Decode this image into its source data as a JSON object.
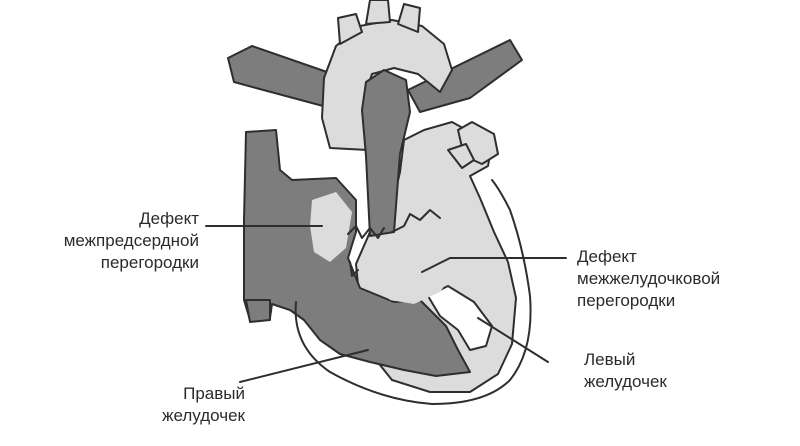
{
  "labels": {
    "asd": [
      "Дефект",
      "межпредсердной",
      "перегородки"
    ],
    "vsd": [
      "Дефект",
      "межжелудочковой",
      "перегородки"
    ],
    "rv": [
      "Правый",
      "желудочек"
    ],
    "lv": [
      "Левый",
      "желудочек"
    ]
  },
  "colors": {
    "dark": "#7d7d7d",
    "light": "#dcdcdc",
    "outline": "#2e2e2e",
    "paper": "#ffffff",
    "text": "#2b2b2b"
  }
}
